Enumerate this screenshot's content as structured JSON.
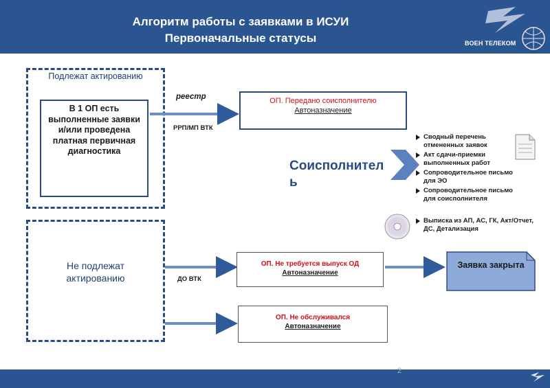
{
  "header": {
    "title_line1": "Алгоритм работы с заявками в ИСУИ",
    "title_line2": "Первоначальные статусы",
    "logo_text": "ВОЕН ТЕЛЕКОМ"
  },
  "left_top": {
    "label": "Подлежат актированию",
    "inner_text": "В 1 ОП есть выполненные заявки и/или проведена платная первичная диагностика"
  },
  "left_bottom": {
    "label": "Не подлежат актированию"
  },
  "arrows": {
    "reestr": "реестр",
    "rrp_vtk": "РРП/МП ВТК",
    "do_vtk": "ДО ВТК"
  },
  "status_boxes": {
    "box1_status": "ОП. Передано соисполнителю",
    "box1_sub": "Автоназначение",
    "box2_status": "ОП. Не требуется выпуск ОД",
    "box2_sub": "Автоназначение",
    "box3_status": "ОП. Не обслуживался",
    "box3_sub": "Автоназначение"
  },
  "coexecutor": {
    "label": "Соисполнитель",
    "docs": [
      "Сводный перечень отмененных заявок",
      "Акт сдачи-приемки выполненных работ",
      "Сопроводительное письмо для ЭО",
      "Сопроводительное письмо для соисполнителя"
    ],
    "disk_items": [
      "Выписка из АП, АС, ГК, Акт/Отчет, ДС, Детализация"
    ]
  },
  "closed_box": {
    "label": "Заявка закрыта"
  },
  "footer": {
    "page_number": "2"
  },
  "colors": {
    "header_bg": "#2b5591",
    "accent_blue": "#1f3f73",
    "status_red": "#d0101a",
    "closed_fill": "#8eaad8"
  }
}
